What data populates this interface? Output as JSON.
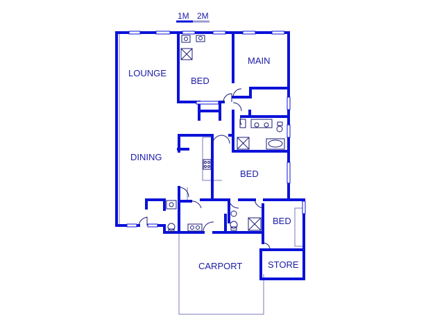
{
  "scale": {
    "label_1": "1M",
    "label_2": "2M"
  },
  "rooms": {
    "lounge": "LOUNGE",
    "dining": "DINING",
    "bed1": "BED",
    "main": "MAIN",
    "bed2": "BED",
    "bed3": "BED",
    "carport": "CARPORT",
    "store": "STORE"
  },
  "colors": {
    "wall": "#0a12d8",
    "text": "#1a1aa6",
    "thin": "#7a7ab8"
  }
}
